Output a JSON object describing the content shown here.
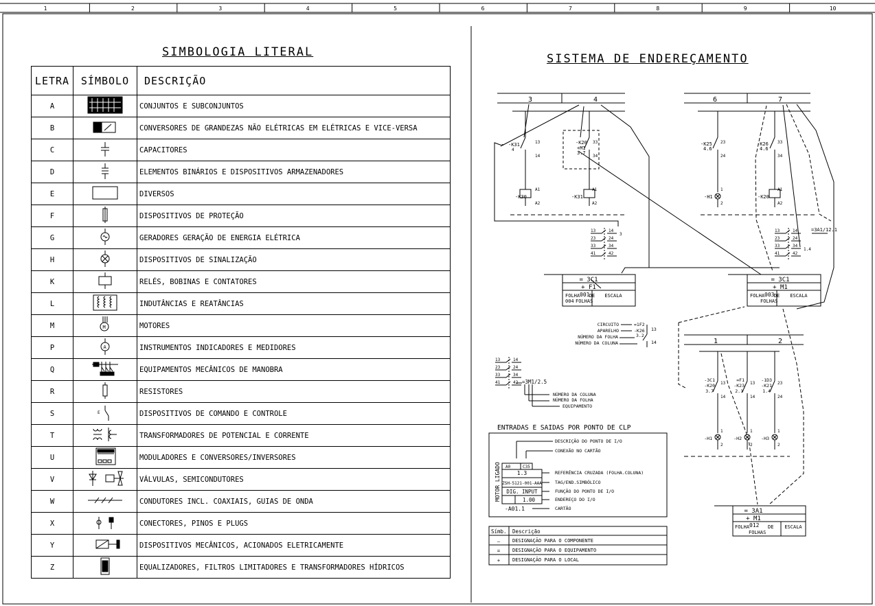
{
  "frame": {
    "column_numbers": [
      "1",
      "2",
      "3",
      "4",
      "5",
      "6",
      "7",
      "8",
      "9",
      "10"
    ]
  },
  "left_panel": {
    "title": "SIMBOLOGIA LITERAL",
    "headers": {
      "letter": "LETRA",
      "symbol": "SÍMBOLO",
      "description": "DESCRIÇÃO"
    },
    "rows": [
      {
        "letter": "A",
        "icon": "assembly-icon",
        "description": "CONJUNTOS E SUBCONJUNTOS"
      },
      {
        "letter": "B",
        "icon": "converter-icon",
        "description": "CONVERSORES DE GRANDEZAS NÃO ELÉTRICAS EM ELÉTRICAS E VICE-VERSA"
      },
      {
        "letter": "C",
        "icon": "capacitor-icon",
        "description": "CAPACITORES"
      },
      {
        "letter": "D",
        "icon": "binary-element-icon",
        "description": "ELEMENTOS BINÁRIOS E DISPOSITIVOS ARMAZENADORES"
      },
      {
        "letter": "E",
        "icon": "rectangle-icon",
        "description": "DIVERSOS"
      },
      {
        "letter": "F",
        "icon": "fuse-icon",
        "description": "DISPOSITIVOS DE PROTEÇÃO"
      },
      {
        "letter": "G",
        "icon": "generator-icon",
        "description": "GERADORES GERAÇÃO DE ENERGIA ELÉTRICA"
      },
      {
        "letter": "H",
        "icon": "lamp-icon",
        "description": "DISPOSITIVOS DE SINALIZAÇÃO"
      },
      {
        "letter": "K",
        "icon": "coil-icon",
        "description": "RELÉS, BOBINAS E CONTATORES"
      },
      {
        "letter": "L",
        "icon": "inductor-icon",
        "description": "INDUTÂNCIAS E REATÂNCIAS"
      },
      {
        "letter": "M",
        "icon": "motor-icon",
        "description": "MOTORES"
      },
      {
        "letter": "P",
        "icon": "ammeter-icon",
        "description": "INSTRUMENTOS INDICADORES E MEDIDORES"
      },
      {
        "letter": "Q",
        "icon": "switchgear-icon",
        "description": "EQUIPAMENTOS MECÂNICOS DE MANOBRA"
      },
      {
        "letter": "R",
        "icon": "resistor-icon",
        "description": "RESISTORES"
      },
      {
        "letter": "S",
        "icon": "pushbutton-icon",
        "description": "DISPOSITIVOS DE COMANDO E CONTROLE"
      },
      {
        "letter": "T",
        "icon": "transformer-icon",
        "description": "TRANSFORMADORES DE POTENCIAL E CORRENTE"
      },
      {
        "letter": "U",
        "icon": "modulator-icon",
        "description": "MODULADORES E CONVERSORES/INVERSORES"
      },
      {
        "letter": "V",
        "icon": "valve-diode-icon",
        "description": "VÁLVULAS, SEMICONDUTORES"
      },
      {
        "letter": "W",
        "icon": "conductor-icon",
        "description": "CONDUTORES INCL. COAXIAIS, GUIAS DE ONDA"
      },
      {
        "letter": "X",
        "icon": "connector-icon",
        "description": "CONECTORES, PINOS E PLUGS"
      },
      {
        "letter": "Y",
        "icon": "actuator-icon",
        "description": "DISPOSITIVOS MECÂNICOS, ACIONADOS ELETRICAMENTE"
      },
      {
        "letter": "Z",
        "icon": "filter-icon",
        "description": "EQUALIZADORES, FILTROS LIMITADORES E TRANSFORMADORES HÍDRICOS"
      }
    ]
  },
  "right_panel": {
    "title": "SISTEMA DE ENDEREÇAMENTO",
    "diagram1": {
      "columns": [
        "3",
        "4"
      ],
      "k31_contact": {
        "tag": "-K31",
        "ref": "4",
        "top": "13",
        "bottom": "14"
      },
      "k20_contact": {
        "tag": "-K20",
        "loc": "+M1",
        "ref": "3.7",
        "top": "33",
        "bottom": "34"
      },
      "coils": [
        {
          "tag": "-K30",
          "a1": "A1",
          "a2": "A2"
        },
        {
          "tag": "-K31",
          "a1": "A1",
          "a2": "A2"
        }
      ],
      "contacts": [
        {
          "a": "13",
          "b": "14",
          "ref": "3"
        },
        {
          "a": "23",
          "b": "24"
        },
        {
          "a": "33",
          "b": "34"
        },
        {
          "a": "41",
          "b": "42"
        }
      ]
    },
    "diagram2": {
      "columns": [
        "6",
        "7"
      ],
      "k25_contact": {
        "tag": "-K25",
        "ref": "4.6",
        "top": "23",
        "bottom": "24"
      },
      "k26_contact": {
        "tag": "-K26",
        "ref": "4.6",
        "top": "33",
        "bottom": "34"
      },
      "lamp": {
        "tag": "-H1",
        "top": "1",
        "bottom": "2"
      },
      "coil": {
        "tag": "-K20",
        "a1": "A1",
        "a2": "A2"
      },
      "xref": "=3A1/12.1",
      "contacts": [
        {
          "a": "13",
          "b": "14"
        },
        {
          "a": "23",
          "b": "24"
        },
        {
          "a": "33",
          "b": "34",
          "ref": "1.4"
        },
        {
          "a": "41",
          "b": "42"
        }
      ]
    },
    "title_block_1": {
      "equip": "= 3C1",
      "location": "+ F1",
      "folha_label": "FOLHA",
      "folha_num": "001",
      "de_label": "DE",
      "total": "004",
      "folhas_label": "FOLHAS",
      "escala_label": "ESCALA"
    },
    "title_block_2": {
      "equip": "= 3C1",
      "location": "+ M1",
      "folha_label": "FOLHA",
      "folha_num": "003",
      "de_label": "DE",
      "total": "",
      "folhas_label": "FOLHAS",
      "escala_label": "ESCALA"
    },
    "legend_top": {
      "circuito": "CIRCUITO",
      "circuito_val": "=1F2",
      "aparelho": "APARELHO",
      "aparelho_val": "-K26",
      "num_folha": "NÚMERO DA FOLHA",
      "num_folha_val": "3.2",
      "num_coluna": "NÚMERO DA COLUNA",
      "contact_top": "13",
      "contact_bottom": "14"
    },
    "legend_bottom": {
      "xref": "=3M1/2.5",
      "num_coluna": "NÚMERO DA COLUNA",
      "num_folha": "NÚMERO DA FOLHA",
      "equipamento": "EQUIPAMENTO",
      "contacts": [
        {
          "a": "13",
          "b": "14"
        },
        {
          "a": "23",
          "b": "24"
        },
        {
          "a": "33",
          "b": "34"
        },
        {
          "a": "41",
          "b": "42"
        }
      ]
    },
    "clp": {
      "title": "ENTRADAS E SAIDAS POR PONTO DE CLP",
      "descricao": "DESCRIÇÃO DO PONTO DE I/O",
      "conexao": "CONEXÃO NO CARTÃO",
      "side_label": "MOTOR LIGADO",
      "card_a": "A0",
      "card_b": "C35",
      "ref_value": "1.3",
      "ref_label": "REFERÊNCIA CRUZADA (FOLHA.COLUNA)",
      "tag_value": "ZSH-5121-001-AAA",
      "tag_label": "TAG/END.SIMBÓLICO",
      "func_value": "DIG. INPUT",
      "func_label": "FUNÇÃO DO PONTO DE I/O",
      "addr_value": "1.00",
      "addr_label": "ENDEREÇO DO I/O",
      "card_value": "-A01.1",
      "card_label": "CARTÃO"
    },
    "symbol_legend": {
      "header_symbol": "Símb.",
      "header_desc": "Descrição",
      "rows": [
        {
          "symbol": "–",
          "desc": "DESIGNAÇÃO PARA O COMPONENTE"
        },
        {
          "symbol": "=",
          "desc": "DESIGNAÇÃO PARA O EQUIPAMENTO"
        },
        {
          "symbol": "+",
          "desc": "DESIGNAÇÃO PARA O LOCAL"
        }
      ]
    },
    "diagram3": {
      "columns": [
        "1",
        "2"
      ],
      "devices": [
        {
          "l1": "-3C1",
          "l2": "-K20",
          "l3": "3.7",
          "top": "13",
          "bottom": "14",
          "lamp": "-H1"
        },
        {
          "l1": "=F1",
          "l2": "-K23",
          "l3": "2.1",
          "top": "13",
          "bottom": "14",
          "lamp": "-H2"
        },
        {
          "l1": "-1D3",
          "l2": "-K21",
          "l3": "1.4",
          "top": "23",
          "bottom": "24",
          "lamp": "-H3"
        }
      ],
      "lamp_pins": {
        "top": "1",
        "bottom": "2"
      }
    },
    "title_block_3": {
      "equip": "= 3A1",
      "location": "+ M1",
      "folha_label": "FOLHA",
      "folha_num": "012",
      "de_label": "DE",
      "folhas_label": "FOLHAS",
      "escala_label": "ESCALA"
    }
  }
}
